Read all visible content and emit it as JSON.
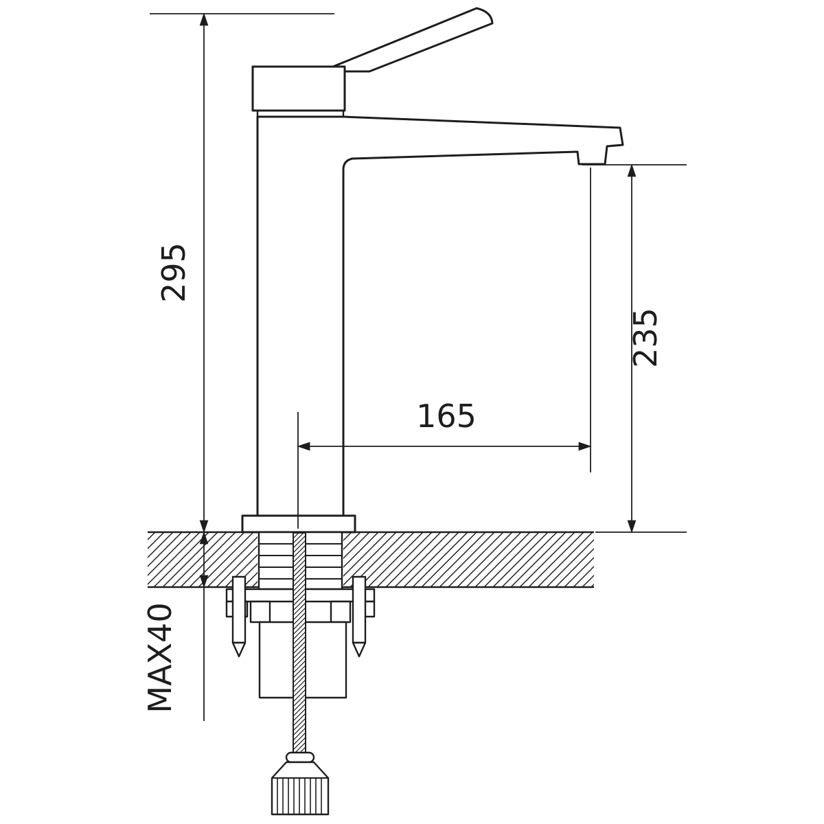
{
  "canvas": {
    "background": "#ffffff",
    "line_color": "#1d1d1d"
  },
  "dimensions": {
    "overall_height": {
      "label": "295",
      "orientation": "vertical"
    },
    "outlet_height": {
      "label": "235",
      "orientation": "vertical"
    },
    "spout_reach": {
      "label": "165",
      "orientation": "horizontal"
    },
    "max_mount_thickness": {
      "label": "MAX40",
      "orientation": "vertical"
    }
  }
}
